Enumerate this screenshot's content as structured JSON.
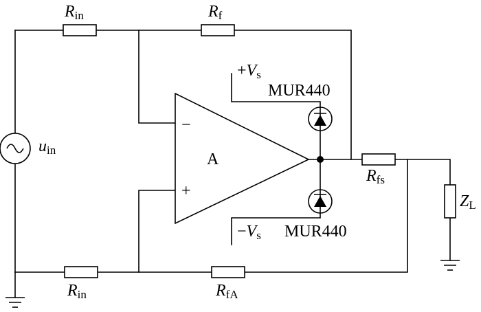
{
  "labels": {
    "r_in_top": {
      "sym": "R",
      "sub": "in"
    },
    "r_f": {
      "sym": "R",
      "sub": "f"
    },
    "r_in_bottom": {
      "sym": "R",
      "sub": "in"
    },
    "r_fa": {
      "sym": "R",
      "sub": "fA"
    },
    "r_fs": {
      "sym": "R",
      "sub": "fs"
    },
    "z_l": {
      "sym": "Z",
      "sub": "L"
    },
    "u_in": {
      "sym": "u",
      "sub": "in"
    },
    "vs_pos": {
      "prefix": "+",
      "sym": "V",
      "sub": "s"
    },
    "vs_neg": {
      "prefix": "−",
      "sym": "V",
      "sub": "s"
    },
    "diode_top": "MUR440",
    "diode_bottom": "MUR440",
    "opamp": "A",
    "minus_sign": "−",
    "plus_sign": "+"
  },
  "colors": {
    "line": "#000000",
    "background": "#ffffff"
  }
}
